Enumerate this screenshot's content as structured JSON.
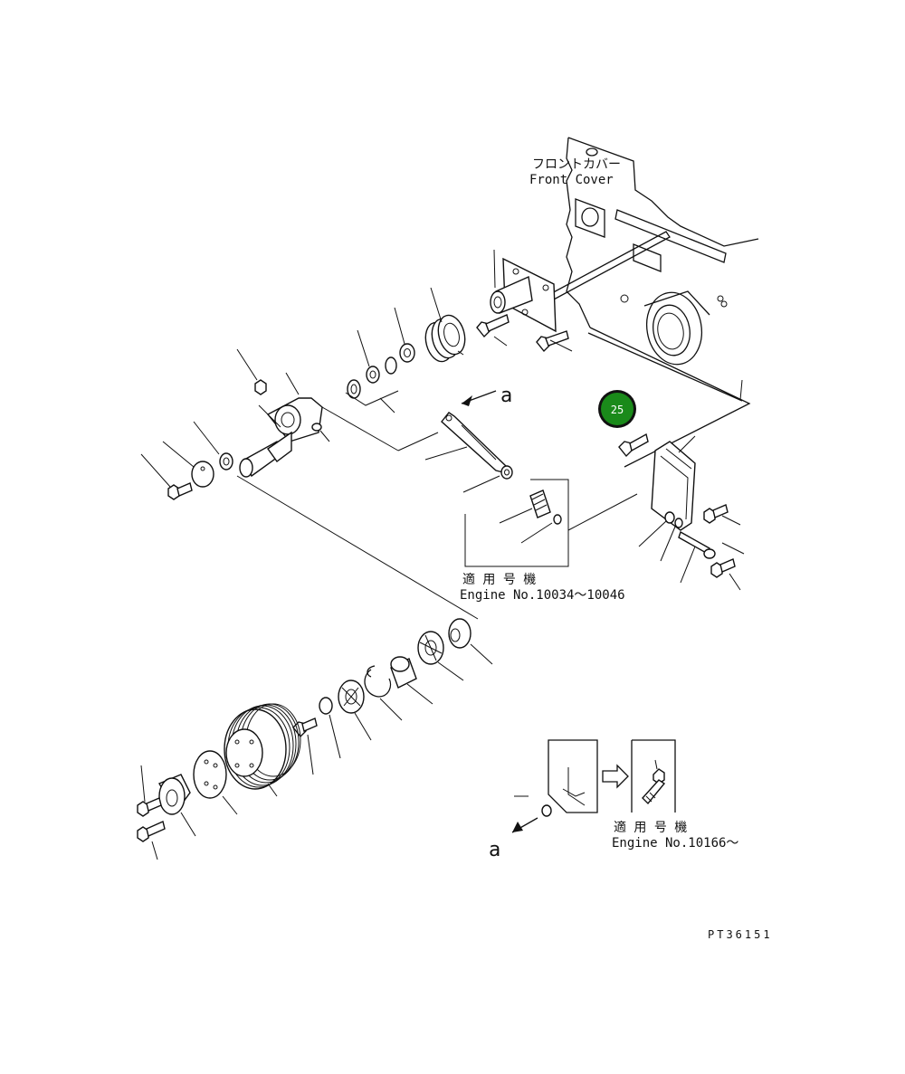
{
  "labels": {
    "front_cover_jp": "フロントカバー",
    "front_cover_en": "Front Cover",
    "applicable_jp_1": "適 用 号 機",
    "engine_range_1": "Engine No.10034〜10046",
    "applicable_jp_2": "適 用 号 機",
    "engine_range_2": "Engine No.10166〜",
    "view_ref_1": "a",
    "view_ref_2": "a",
    "drawing_number": "PT36151"
  },
  "hotspot": {
    "number": "25",
    "color": "#1a8a1a"
  }
}
